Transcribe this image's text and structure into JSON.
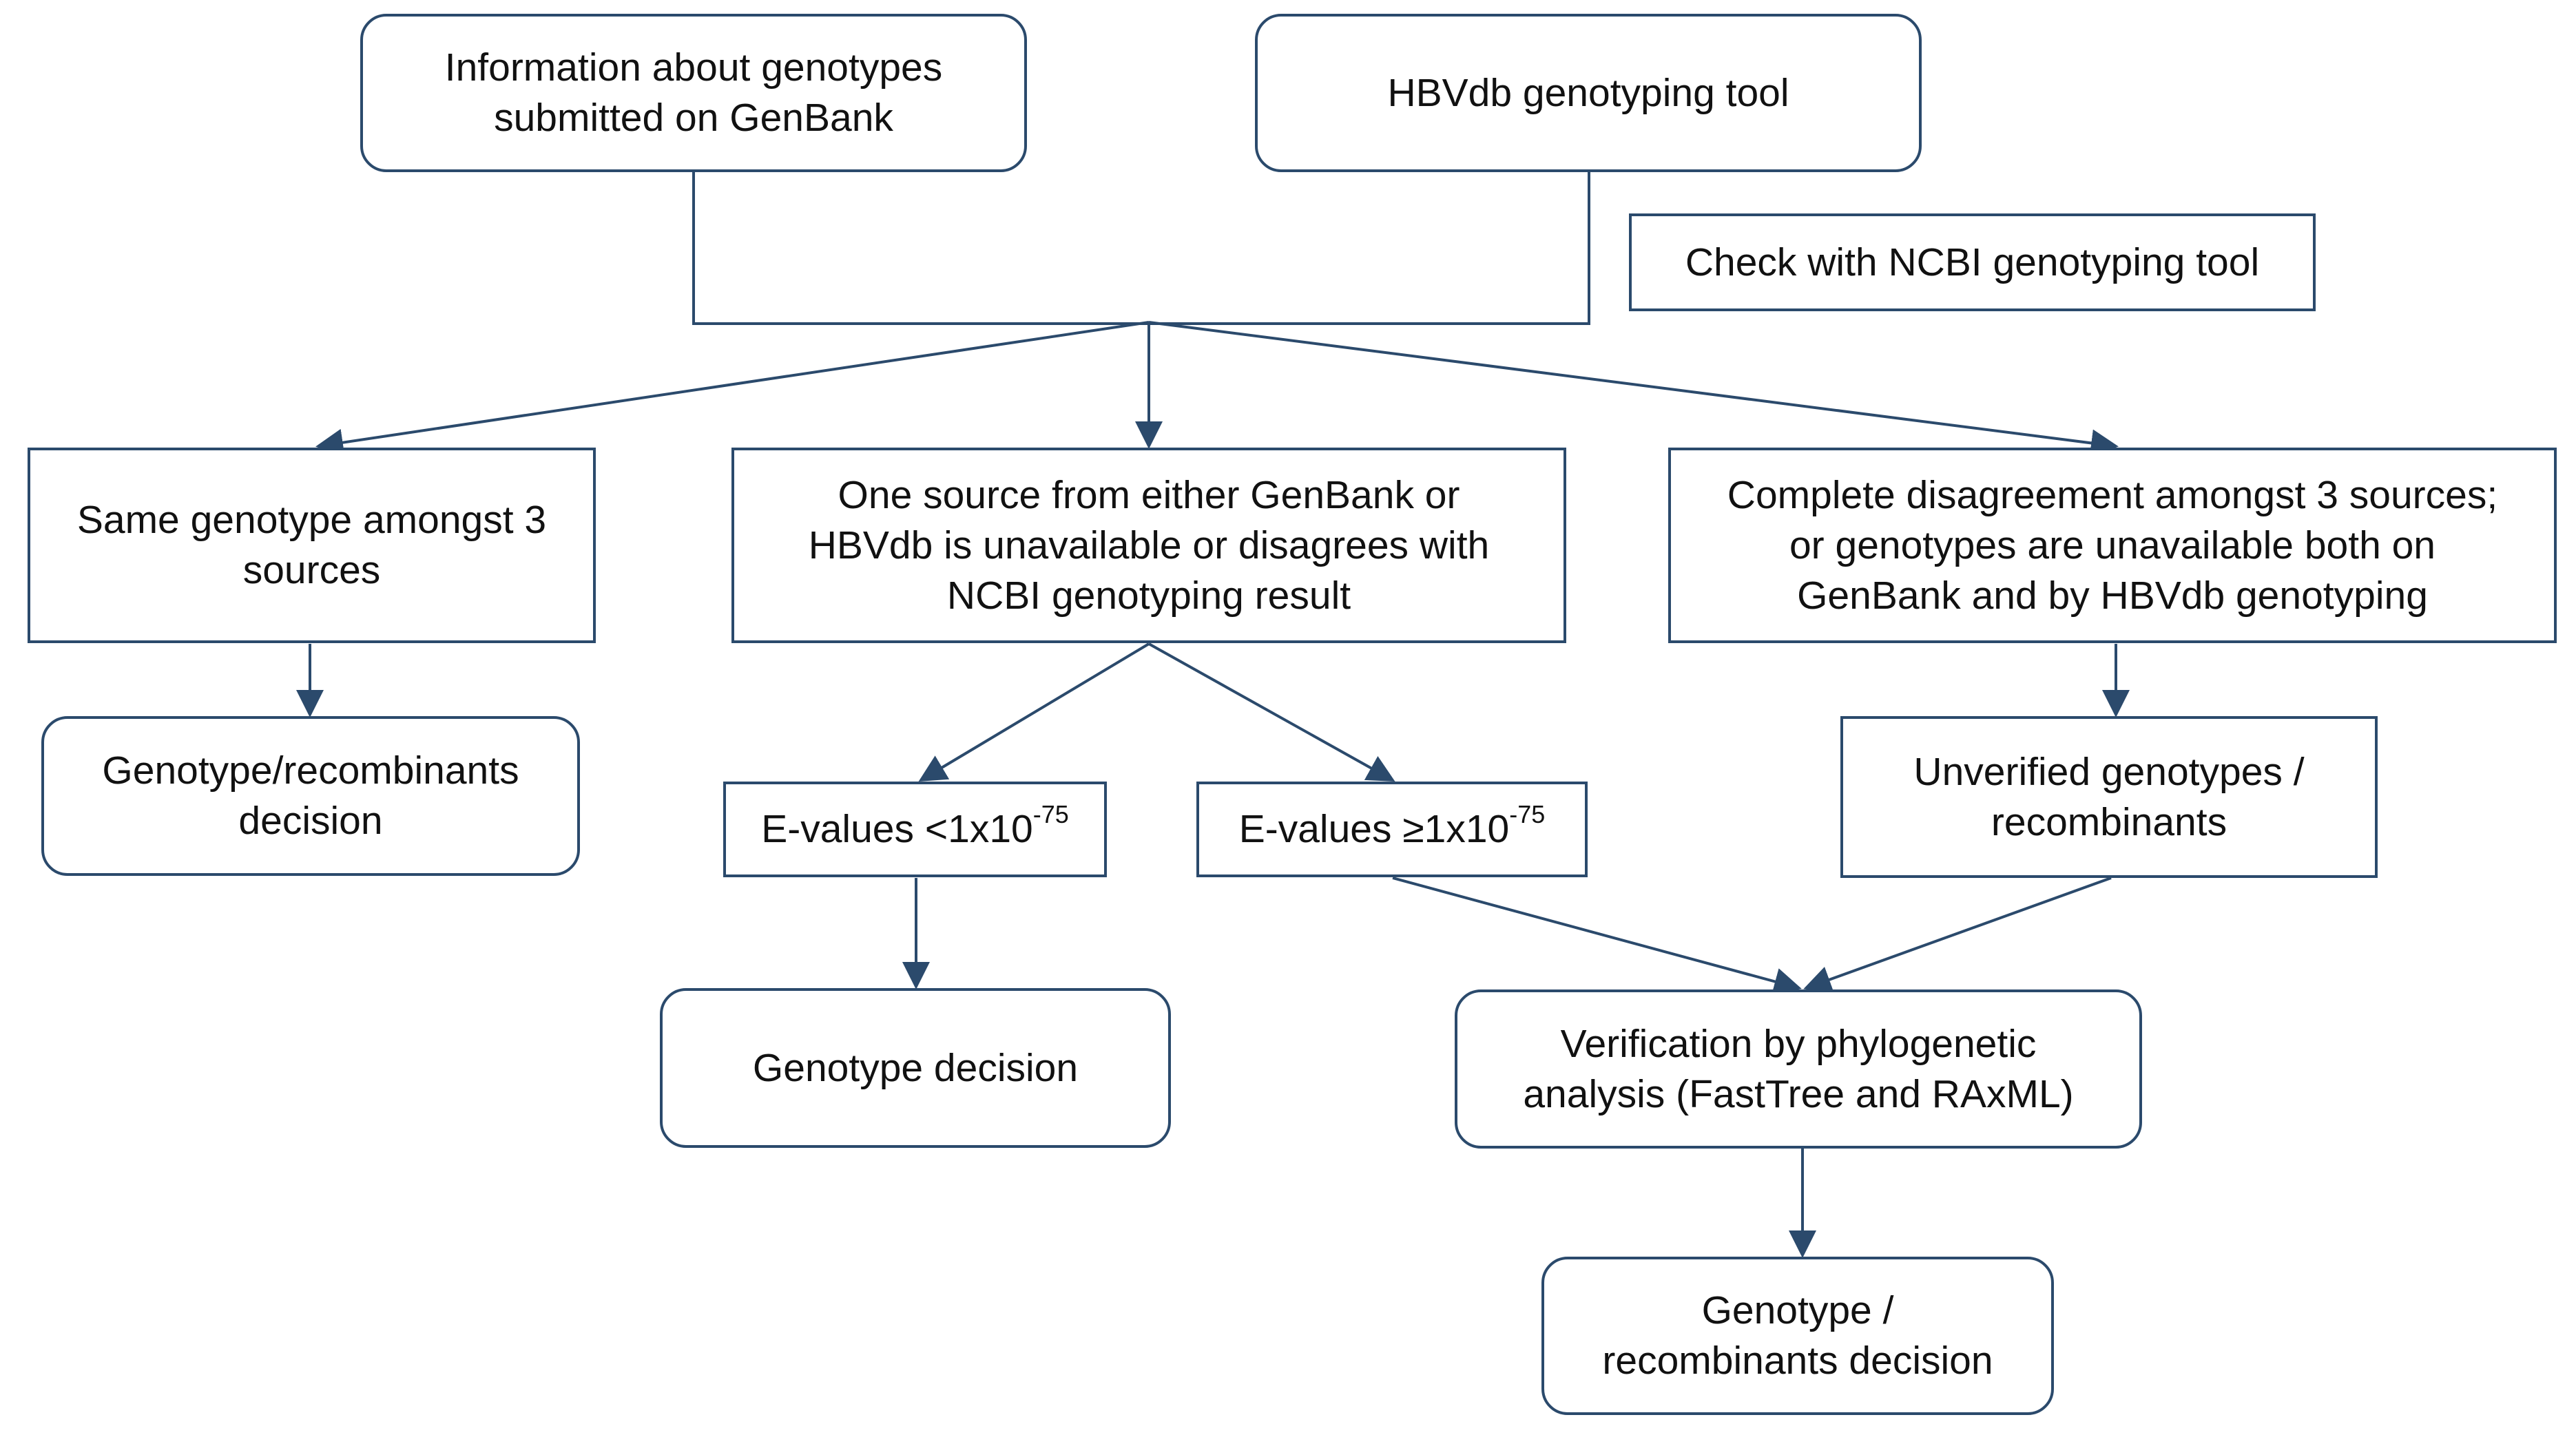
{
  "colors": {
    "stroke": "#2b4a6c",
    "text": "#111111",
    "background": "#ffffff"
  },
  "nodes": {
    "genbank_info": {
      "lines": [
        "Information about genotypes",
        "submitted on GenBank"
      ]
    },
    "hbvdb_tool": {
      "lines": [
        "HBVdb genotyping tool"
      ]
    },
    "ncbi_check": {
      "lines": [
        "Check with NCBI genotyping tool"
      ]
    },
    "same_genotype": {
      "lines": [
        "Same genotype amongst 3",
        "sources"
      ]
    },
    "one_source": {
      "lines": [
        "One source from either GenBank or",
        "HBVdb is unavailable or disagrees with",
        "NCBI genotyping result"
      ]
    },
    "complete_disagreement": {
      "lines": [
        "Complete disagreement amongst 3 sources;",
        "or genotypes are unavailable both on",
        "GenBank and by HBVdb genotyping"
      ]
    },
    "recomb_decision_left": {
      "lines": [
        "Genotype/recombinants",
        "decision"
      ]
    },
    "evalue_low": {
      "prefix": "E-values <1x10",
      "exponent": "-75"
    },
    "evalue_high": {
      "prefix": "E-values ≥1x10",
      "exponent": "-75"
    },
    "unverified": {
      "lines": [
        "Unverified genotypes /",
        "recombinants"
      ]
    },
    "genotype_decision": {
      "lines": [
        "Genotype decision"
      ]
    },
    "phylo_verification": {
      "lines": [
        "Verification by phylogenetic",
        "analysis (FastTree and RAxML)"
      ]
    },
    "final_decision": {
      "lines": [
        "Genotype /",
        "recombinants decision"
      ]
    }
  }
}
